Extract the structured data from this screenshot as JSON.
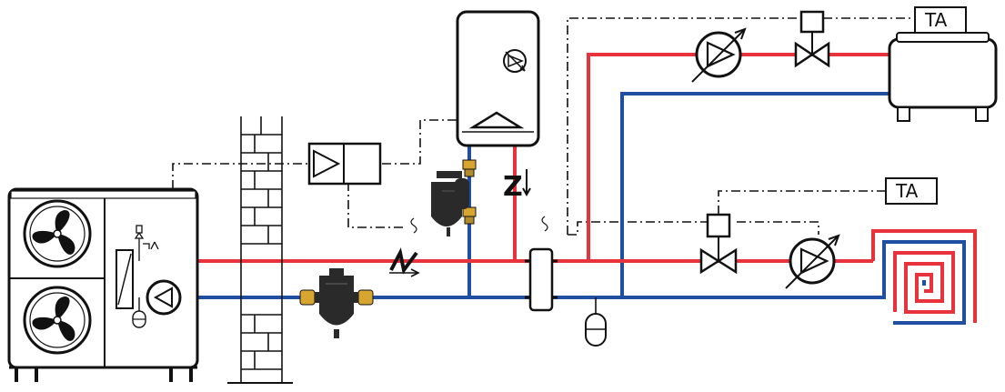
{
  "labels": {
    "ta_top": "TA",
    "ta_right": "TA",
    "zone_valve_mark": "Z"
  },
  "colors": {
    "supply": "#e8323c",
    "return": "#1f4ea3",
    "control": "#111111",
    "filter_body": "#2a2a2a",
    "brass": "#d8a531",
    "outline": "#111111"
  },
  "components": [
    "heat-pump-outdoor-unit",
    "brick-wall",
    "wall-hung-boiler",
    "air-handling-unit",
    "underfloor-heating-loop",
    "hydraulic-separator",
    "expansion-vessel",
    "magnetic-dirt-filter",
    "circulation-pump",
    "motorized-valve",
    "check-valve",
    "heat-exchanger-controller",
    "thermostat"
  ]
}
